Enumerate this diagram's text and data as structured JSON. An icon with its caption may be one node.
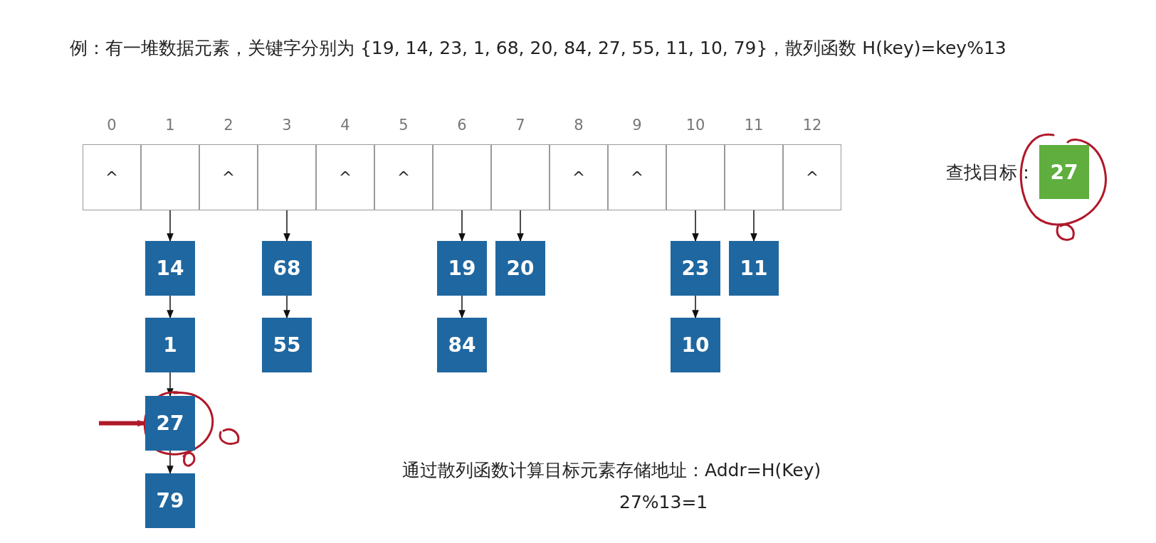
{
  "diagram": {
    "title": "例：有一堆数据元素，关键字分别为 {19, 14, 23, 1, 68, 20, 84, 27, 55, 11, 10, 79}，散列函数 H(key)=key%13",
    "nodes": [
      {
        "text": [
          "^"
        ],
        "beside": [
          "0"
        ]
      },
      {
        "text": [],
        "shape": "box",
        "beside": [
          "1"
        ]
      },
      {
        "text": [
          "^"
        ],
        "beside": [
          "2"
        ]
      },
      {
        "text": [],
        "shape": "box",
        "beside": [
          "3"
        ]
      },
      {
        "text": [
          "^"
        ],
        "beside": [
          "4"
        ]
      },
      {
        "text": [
          "^"
        ],
        "beside": [
          "5"
        ]
      },
      {
        "text": [],
        "shape": "box",
        "beside": [
          "6"
        ]
      },
      {
        "text": [],
        "shape": "box",
        "beside": [
          "7"
        ]
      },
      {
        "text": [
          "^"
        ],
        "beside": [
          "8"
        ]
      },
      {
        "text": [
          "^"
        ],
        "beside": [
          "9"
        ]
      },
      {
        "text": [],
        "shape": "box",
        "beside": [
          "10"
        ]
      },
      {
        "text": [],
        "shape": "box",
        "beside": [
          "11"
        ]
      },
      {
        "text": [
          "^"
        ],
        "beside": [
          "12"
        ]
      },
      {
        "text": [
          "14"
        ]
      },
      {
        "text": [
          "1"
        ]
      },
      {
        "text": [
          "27"
        ]
      },
      {
        "text": [
          "79"
        ]
      },
      {
        "text": [
          "68"
        ]
      },
      {
        "text": [
          "55"
        ]
      },
      {
        "text": [
          "19"
        ]
      },
      {
        "text": [
          "84"
        ]
      },
      {
        "text": [
          "20"
        ]
      },
      {
        "text": [
          "23"
        ]
      },
      {
        "text": [
          "10"
        ]
      },
      {
        "text": [
          "11"
        ]
      },
      {
        "text": [
          "27"
        ],
        "beside": [
          "查找目标："
        ]
      }
    ],
    "edges": [
      {
        "from": 1,
        "to": 13,
        "arrow": "to"
      },
      {
        "from": 13,
        "to": 14,
        "arrow": "to"
      },
      {
        "from": 14,
        "to": 15,
        "arrow": "to"
      },
      {
        "from": 15,
        "to": 16,
        "arrow": "to"
      },
      {
        "from": 3,
        "to": 17,
        "arrow": "to"
      },
      {
        "from": 17,
        "to": 18,
        "arrow": "to"
      },
      {
        "from": 6,
        "to": 19,
        "arrow": "to"
      },
      {
        "from": 19,
        "to": 20,
        "arrow": "to"
      },
      {
        "from": 7,
        "to": 21,
        "arrow": "to"
      },
      {
        "from": 10,
        "to": 22,
        "arrow": "to"
      },
      {
        "from": 22,
        "to": 23,
        "arrow": "to"
      },
      {
        "from": 11,
        "to": 24,
        "arrow": "to"
      },
      {
        "from": null,
        "to": 15,
        "arrow": "to",
        "style": "thick",
        "color": "#b0182a"
      }
    ],
    "labels": [
      "通过散列函数计算目标元素存储地址：Addr=H(Key)",
      "27%13=1"
    ]
  }
}
